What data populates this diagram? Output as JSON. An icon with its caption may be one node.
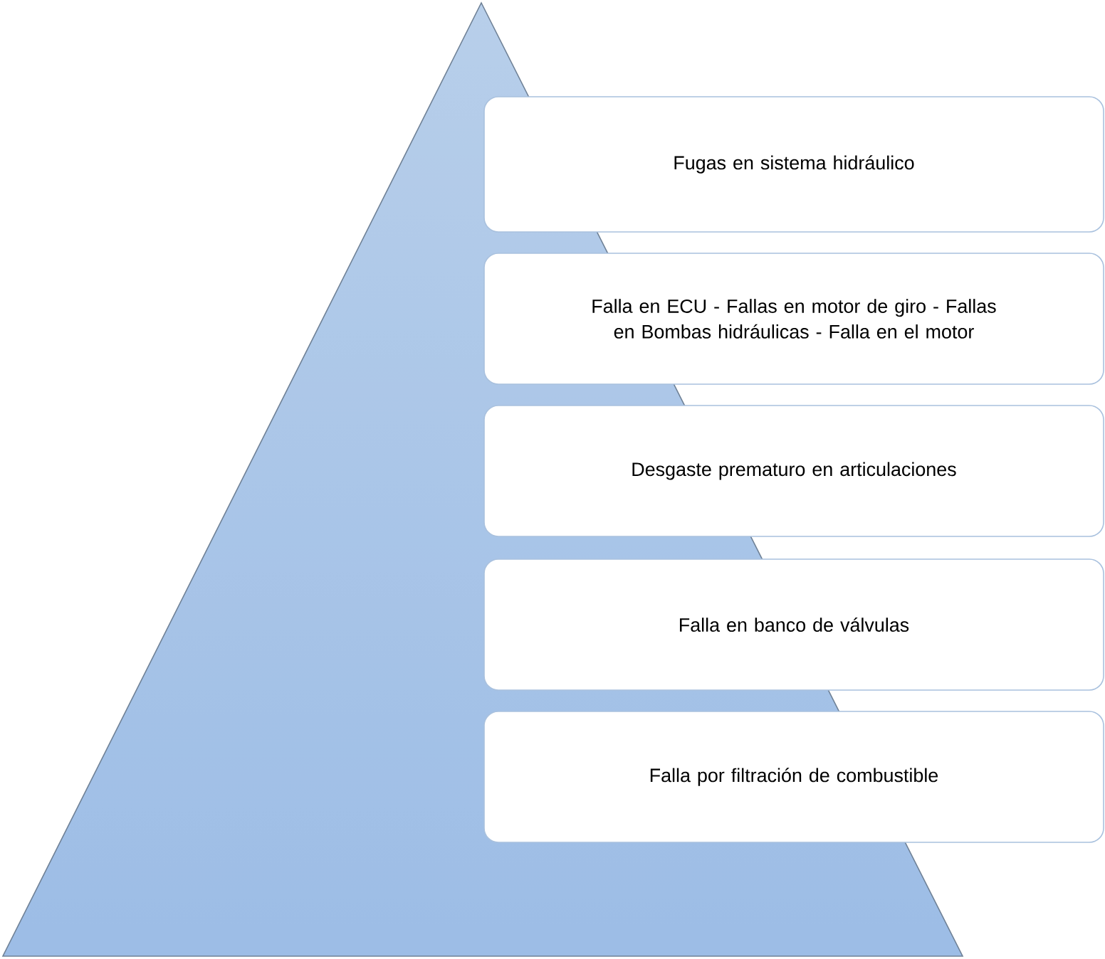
{
  "diagram": {
    "nodes": [
      {
        "text": [
          "Fugas en sistema hidráulico"
        ]
      },
      {
        "text": [
          "Falla en ECU - Fallas en motor de giro - Fallas en Bombas hidráulicas - Falla en el motor"
        ]
      },
      {
        "text": [
          "Desgaste prematuro en articulaciones"
        ]
      },
      {
        "text": [
          "Falla en banco de válvulas"
        ]
      },
      {
        "text": [
          "Falla por filtración de combustible"
        ]
      }
    ]
  }
}
